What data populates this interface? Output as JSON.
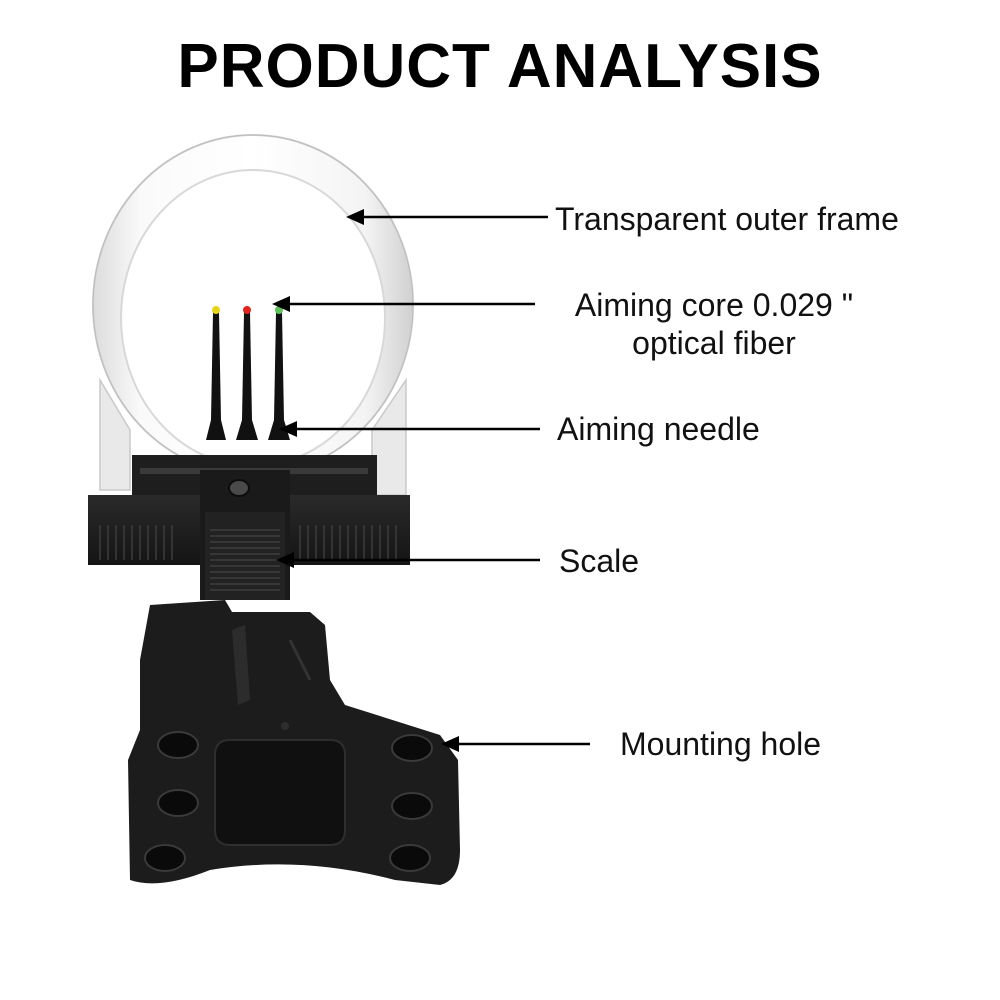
{
  "title": "PRODUCT ANALYSIS",
  "labels": {
    "transparent_outer_frame": "Transparent outer frame",
    "aiming_core_line1": "Aiming core 0.029 \"",
    "aiming_core_line2": "optical fiber",
    "aiming_needle": "Aiming needle",
    "scale": "Scale",
    "mounting_hole": "Mounting hole"
  },
  "colors": {
    "body": "#1b1b1b",
    "fiber_yellow": "#e8d21a",
    "fiber_red": "#e0231c",
    "fiber_green": "#5fc35a"
  }
}
